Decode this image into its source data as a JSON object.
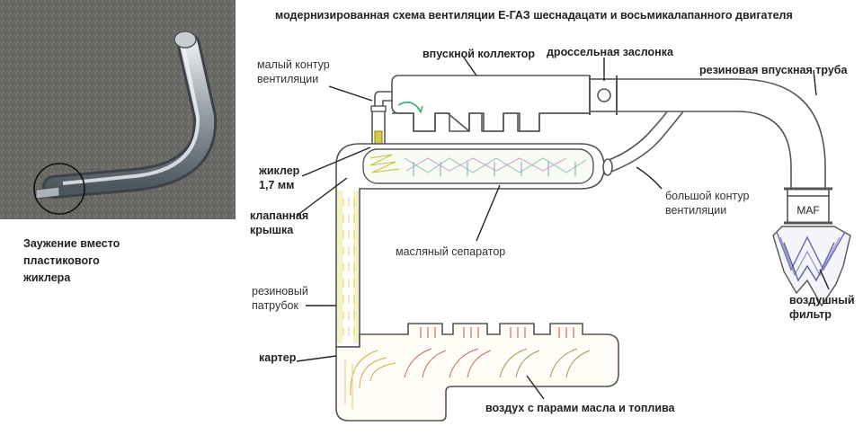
{
  "title": "модернизированная схема вентиляции Е-ГАЗ шеснадацати и восьмикалапанного двигателя",
  "photo_caption": [
    "Заужение вместо",
    "пластикового",
    "жиклера"
  ],
  "labels": {
    "small_circuit": [
      "малый контур",
      "вентиляции"
    ],
    "intake_manifold": "впускной коллектор",
    "throttle": "дроссельная заслонка",
    "rubber_intake": "резиновая впускная труба",
    "jet": [
      "жиклер",
      "1,7 мм"
    ],
    "valve_cover": [
      "клапанная",
      "крышка"
    ],
    "big_circuit": [
      "большой контур",
      "вентиляции"
    ],
    "maf": "MAF",
    "oil_separator": "масляный сепаратор",
    "rubber_hose": [
      "резиновый",
      "патрубок"
    ],
    "air_filter": [
      "воздушный",
      "фильтр"
    ],
    "crankcase": "картер",
    "vapors": "воздух с парами масла и топлива"
  }
}
